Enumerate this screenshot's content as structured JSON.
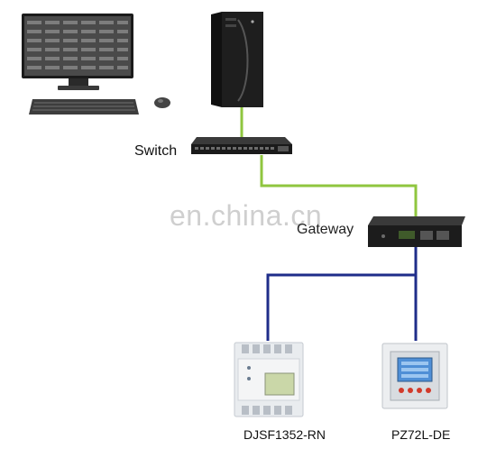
{
  "labels": {
    "switch": "Switch",
    "gateway": "Gateway",
    "meter1": "DJSF1352-RN",
    "meter2": "PZ72L-DE"
  },
  "watermark": "en.china.cn",
  "colors": {
    "ethernet_link": "#8fc63f",
    "rs485_link": "#1f2d8a",
    "device_dark": "#1a1a1a",
    "meter_body": "#e9ecef"
  },
  "icons": {
    "monitor": "monitor-icon",
    "keyboard": "keyboard-icon",
    "mouse": "mouse-icon",
    "server": "server-tower-icon",
    "switch": "network-switch-icon",
    "gateway": "gateway-icon",
    "meter1": "din-rail-meter-icon",
    "meter2": "panel-meter-icon"
  }
}
